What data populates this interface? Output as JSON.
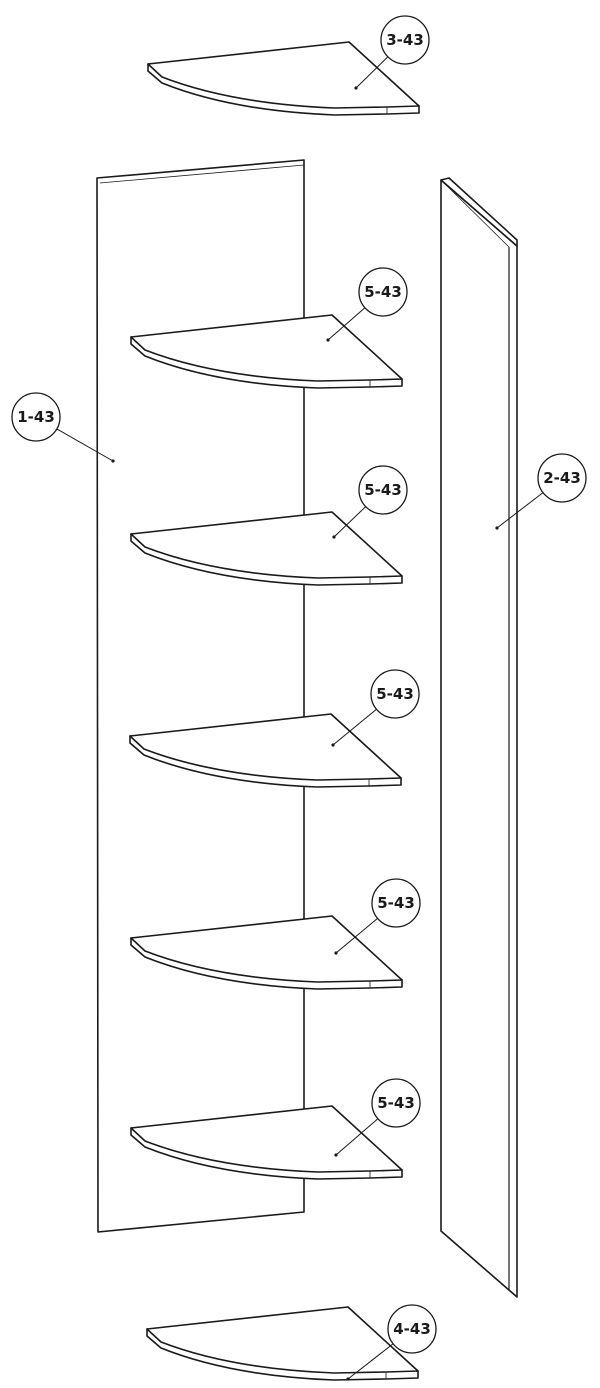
{
  "parts": [
    {
      "id": "1-43",
      "label": "1-43",
      "kind": "side-panel-left"
    },
    {
      "id": "2-43",
      "label": "2-43",
      "kind": "side-panel-right"
    },
    {
      "id": "3-43",
      "label": "3-43",
      "kind": "top-cover"
    },
    {
      "id": "4-43",
      "label": "4-43",
      "kind": "bottom-base"
    },
    {
      "id": "5-43",
      "label": "5-43",
      "kind": "shelf",
      "count": 5
    }
  ],
  "colors": {
    "line": "#1a1a1a",
    "fill": "#ffffff"
  }
}
